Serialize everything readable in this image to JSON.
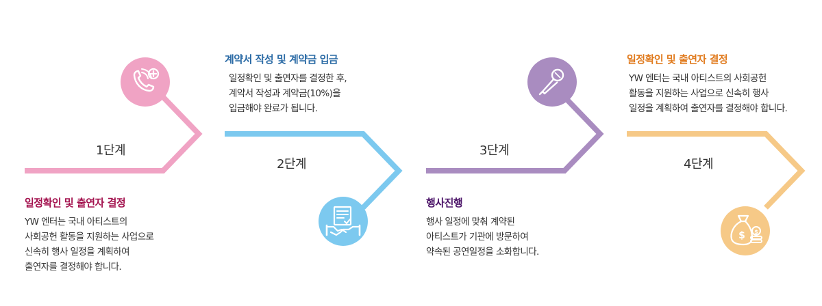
{
  "colors": {
    "pink": "#f0a3c4",
    "blue": "#7cc9ef",
    "purple": "#a98cc0",
    "orange": "#f6c987",
    "title1": "#a3124e",
    "title2": "#2a6aa5",
    "title3": "#4b1368",
    "title4": "#e07a1d"
  },
  "steps": [
    {
      "label": "1단계",
      "icon": "phone-plus-icon",
      "title": "일정확인 및 출연자 결정",
      "lines": [
        "YW 엔터는 국내 아티스트의",
        "사회공헌 활동을 지원하는 사업으로",
        "신속히 행사 일정을 계획하여",
        "출연자를 결정해야 합니다."
      ]
    },
    {
      "label": "2단계",
      "icon": "contract-handshake-icon",
      "title": "계약서 작성 및 계약금 입금",
      "lines": [
        "일정확인 및 출연자를 결정한 후,",
        "계약서 작성과 계약금(10%)을",
        "입금해야 완료가 됩니다."
      ]
    },
    {
      "label": "3단계",
      "icon": "microphone-icon",
      "title": "행사진행",
      "lines": [
        "행사 일정에 맞춰 계약된",
        "아티스트가 기관에 방문하여",
        "약속된 공연일정을 소화합니다."
      ]
    },
    {
      "label": "4단계",
      "icon": "money-bag-icon",
      "title": "일정확인 및 출연자 결정",
      "lines": [
        "YW 엔터는 국내 아티스트의 사회공헌",
        "활동을 지원하는 사업으로 신속히 행사",
        "일정을 계획하여 출연자를 결정해야 합니다."
      ]
    }
  ]
}
